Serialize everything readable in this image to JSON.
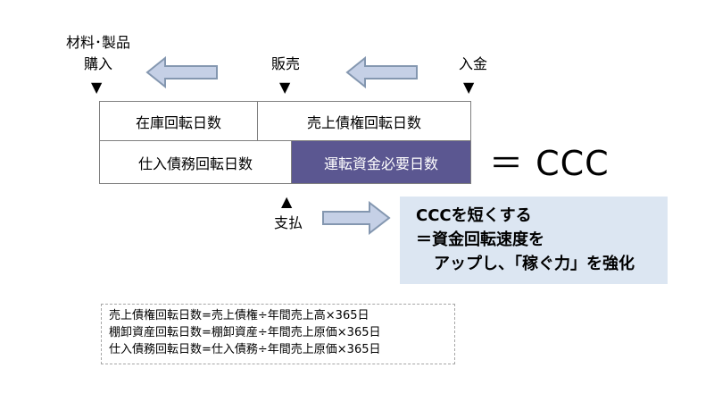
{
  "timeline": {
    "purchase_label_1": "材料･製品",
    "purchase_label_2": "購入",
    "sales_label": "販売",
    "deposit_label": "入金",
    "payment_label": "支払",
    "marker_down": "▼",
    "marker_up": "▲"
  },
  "boxes": {
    "inventory_days": "在庫回転日数",
    "receivable_days": "売上債権回転日数",
    "payable_days": "仕入債務回転日数",
    "working_capital_days": "運転資金必要日数"
  },
  "equation": {
    "ccc_label": "＝ CCC"
  },
  "callout": {
    "line1": "CCCを短くする",
    "line2": "＝資金回転速度を",
    "line3": "アップし、「稼ぐ力」を強化"
  },
  "formulas": [
    "売上債権回転日数=売上債権÷年間売上高×365日",
    "棚卸資産回転日数=棚卸資産÷年間売上原価×365日",
    "仕入債務回転日数=仕入債務÷年間売上原価×365日"
  ],
  "colors": {
    "dark_box": "#5b5791",
    "arrow_fill": "#c5d0e6",
    "arrow_stroke": "#8497b0",
    "callout_bg": "#dce6f2"
  }
}
